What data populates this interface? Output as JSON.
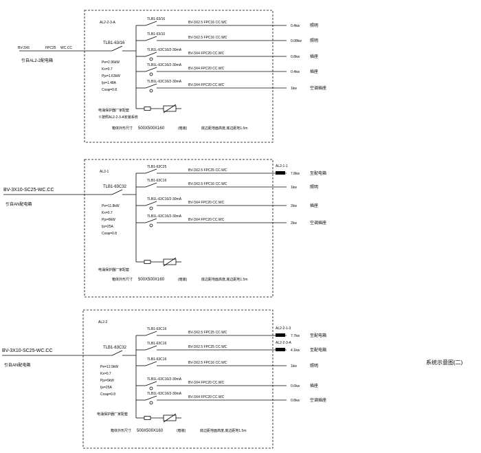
{
  "drawing_title": "系统示意图(二)",
  "panels": [
    {
      "name": "AL2-2-3-A",
      "incoming": {
        "cable": "BV-3X6",
        "conduit": "FPC25",
        "laying": "WC.CC",
        "source": "引自AL2-2配电箱"
      },
      "main_breaker": "TLB1-63/16",
      "params": [
        "Pe=2.96kW",
        "Kx=0.7",
        "Pjs=1.63kW",
        "Ijs=1.48A",
        "Cosφ=0.8"
      ],
      "note_lines": [
        "电涌保护器厂家配套",
        "※按照AL2-2-3-A安装系统"
      ],
      "size_label": "箱体外形尺寸",
      "size": "500X500X160",
      "mount": "(暗装)",
      "mount_note": "底边距地面高度,底边距地1.5m",
      "circuits": [
        {
          "breaker": "TLB1-63/16",
          "cable": "BV-3X2.5 FPC16 CC.WC",
          "load": "0.4kw",
          "use": "照明",
          "rcd": false
        },
        {
          "breaker": "TLB1-63/10",
          "cable": "BV-3X2.5 FPC16 CC.WC",
          "load": "0.08kw",
          "use": "照明",
          "rcd": false
        },
        {
          "breaker": "TLB1L-63C16/2-30mA",
          "cable": "BV-3X4 FPC20 CC.WC",
          "load": "0.8kw",
          "use": "插座",
          "rcd": true
        },
        {
          "breaker": "TLB1L-63C16/2-30mA",
          "cable": "BV-3X4 FPC20 CC.WC",
          "load": "0.4kw",
          "use": "插座",
          "rcd": true
        },
        {
          "breaker": "TLB1L-63C16/2-30mA",
          "cable": "BV-3X4 FPC20 CC.WC",
          "load": "1kw",
          "use": "空调插座",
          "rcd": true
        }
      ]
    },
    {
      "name": "AL2-1",
      "incoming": {
        "cable": "BV-3X10-SC25-WC.CC",
        "conduit": "",
        "laying": "",
        "source": "引自AN配电箱"
      },
      "main_breaker": "TLB1-63C32",
      "params": [
        "Pe=11.8kW",
        "Kx=0.7",
        "Pjs=8kW",
        "Ijs=25A",
        "Cosφ=0.8"
      ],
      "note_lines": [
        "电涌保护器厂家配套"
      ],
      "size_label": "箱体外形尺寸",
      "size": "500X500X160",
      "mount": "(暗装)",
      "mount_note": "底边距地面高度,底边距地1.5m",
      "circuits": [
        {
          "breaker": "TLB1-63C25",
          "cable": "BV-3X2.5 FPC25 CC.WC",
          "load": "7.8kw",
          "use": "至配电箱",
          "rcd": false,
          "target": "AL2-1-1"
        },
        {
          "breaker": "TLB1-63C16",
          "cable": "BV-3X2.5 FPC16 CC.WC",
          "load": "1kw",
          "use": "照明",
          "rcd": false
        },
        {
          "breaker": "TLB1L-63C16/2-30mA",
          "cable": "BV-3X4 FPC20 CC.WC",
          "load": "2kw",
          "use": "插座",
          "rcd": true
        },
        {
          "breaker": "TLB1L-63C16/2-30mA",
          "cable": "BV-3X4 FPC20 CC.WC",
          "load": "2kw",
          "use": "空调插座",
          "rcd": true
        }
      ]
    },
    {
      "name": "AL2-2",
      "incoming": {
        "cable": "BV-3X10-SC25-WC.CC",
        "conduit": "",
        "laying": "",
        "source": "引自AN配电箱"
      },
      "main_breaker": "TLB1-63C32",
      "params": [
        "Pe=12.9kW",
        "Kx=0.7",
        "Pjs=9kW",
        "Ijs=25A",
        "Cosφ=0.8"
      ],
      "note_lines": [
        "电涌保护器厂家配套"
      ],
      "size_label": "箱体外形尺寸",
      "size": "500X500X160",
      "mount": "(暗装)",
      "mount_note": "底边距地面高度,底边距地1.5m",
      "circuits": [
        {
          "breaker": "TLB1-63C16",
          "cable": "BV-3X2.5 FPC25 CC.WC",
          "load": "7.7kw",
          "use": "至配电箱",
          "rcd": false,
          "target": "AL2-2-1-3"
        },
        {
          "breaker": "TLB1-63C16",
          "cable": "BV-3X2.5 FPC25 CC.WC",
          "load": "4.1kw",
          "use": "至配电箱",
          "rcd": false,
          "target": "AL2-2-3-A"
        },
        {
          "breaker": "TLB1-63C16",
          "cable": "BV-3X2.5 FPC16 CC.WC",
          "load": "1kw",
          "use": "照明",
          "rcd": false
        },
        {
          "breaker": "TLB1L-63C16/2-30mA",
          "cable": "BV-3X4 FPC20 CC.WC",
          "load": "0.6kw",
          "use": "插座",
          "rcd": true
        },
        {
          "breaker": "TLB1L-63C16/2-30mA",
          "cable": "BV-3X4 FPC20 CC.WC",
          "load": "0.8kw",
          "use": "空调插座",
          "rcd": true
        }
      ]
    }
  ]
}
